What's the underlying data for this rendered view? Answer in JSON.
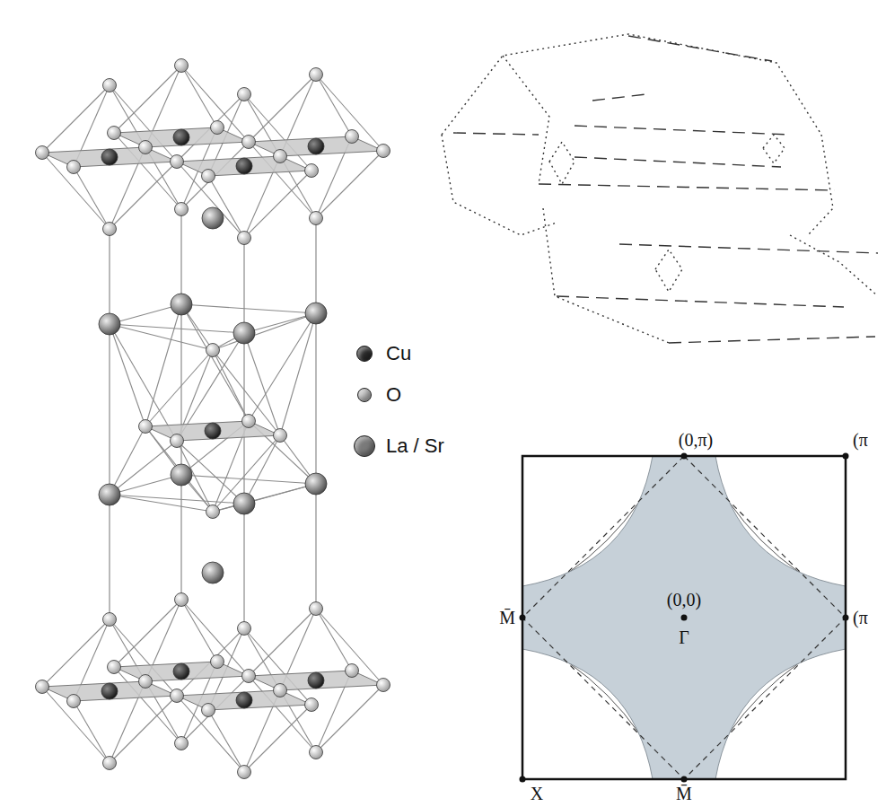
{
  "diagram": {
    "labels": [
      "(0,π)",
      "(π",
      "(0,0)",
      "Γ",
      "M̄",
      "(π",
      "X",
      "M̄"
    ],
    "legend": [
      {
        "text": "Cu",
        "color": "#2b2b2b"
      },
      {
        "text": "O",
        "color": "#b8b8b8"
      },
      {
        "text": "La / Sr",
        "color": "#7a7a7a"
      }
    ]
  }
}
